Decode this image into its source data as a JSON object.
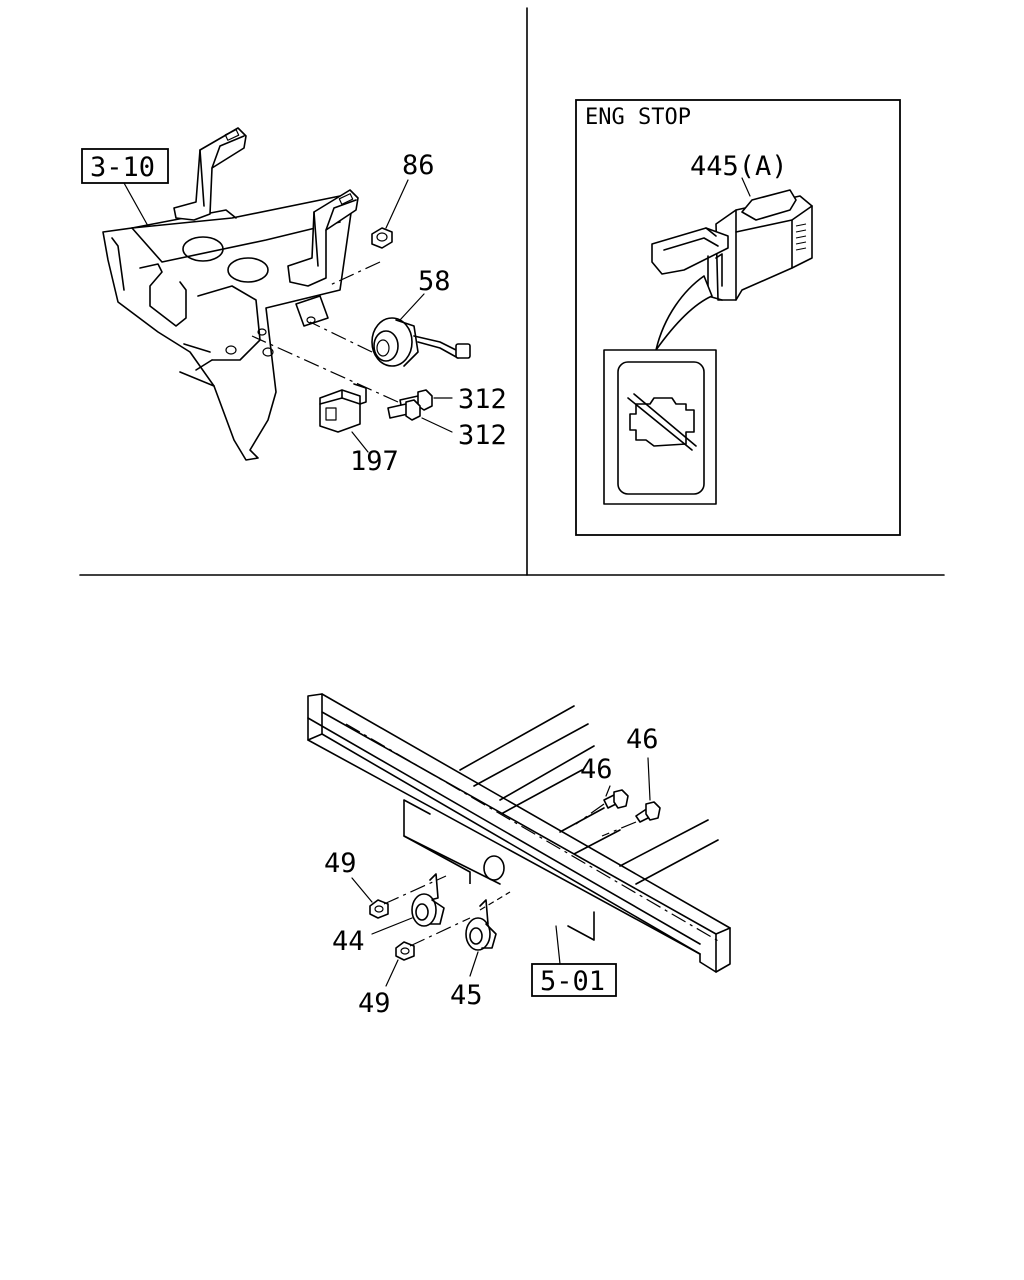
{
  "callouts": {
    "ref_3_10": "3-10",
    "part_86": "86",
    "part_58": "58",
    "part_312_a": "312",
    "part_312_b": "312",
    "part_197": "197",
    "inset_title": "ENG STOP",
    "part_445a": "445(A)",
    "part_46_a": "46",
    "part_46_b": "46",
    "part_49_a": "49",
    "part_49_b": "49",
    "part_44": "44",
    "part_45": "45",
    "ref_5_01": "5-01"
  },
  "colors": {
    "line": "#000000",
    "background": "#ffffff"
  },
  "icons": {
    "engine_stop_indicator": "engine-check-slashed-icon"
  }
}
